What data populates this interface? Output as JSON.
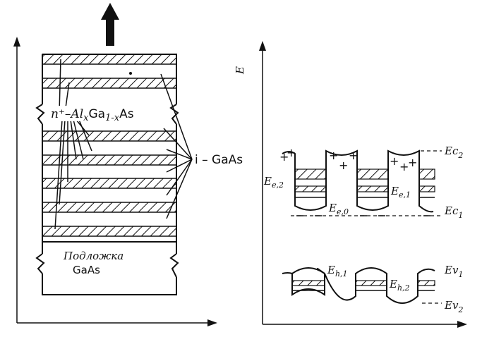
{
  "left_diagram": {
    "layer_label_n": "n⁺–Al",
    "layer_label_x": "x",
    "layer_label_ga": "Ga",
    "layer_label_1x": "1-x",
    "layer_label_as": "As",
    "label_i_gaas": "i – GaAs",
    "substrate_line1": "Подложка",
    "substrate_line2": "GaAs"
  },
  "right_diagram": {
    "axis_label": "E",
    "labels": {
      "ec2": "Ec",
      "ec2_sub": "2",
      "ec1": "Ec",
      "ec1_sub": "1",
      "ee2": "E",
      "ee2_sub": "e,2",
      "ee0": "E",
      "ee0_sub": "e,0",
      "ee1": "E",
      "ee1_sub": "e,1",
      "eh1": "E",
      "eh1_sub": "h,1",
      "eh2": "E",
      "eh2_sub": "h,2",
      "ev1": "Ev",
      "ev1_sub": "1",
      "ev2": "Ev",
      "ev2_sub": "2"
    }
  }
}
